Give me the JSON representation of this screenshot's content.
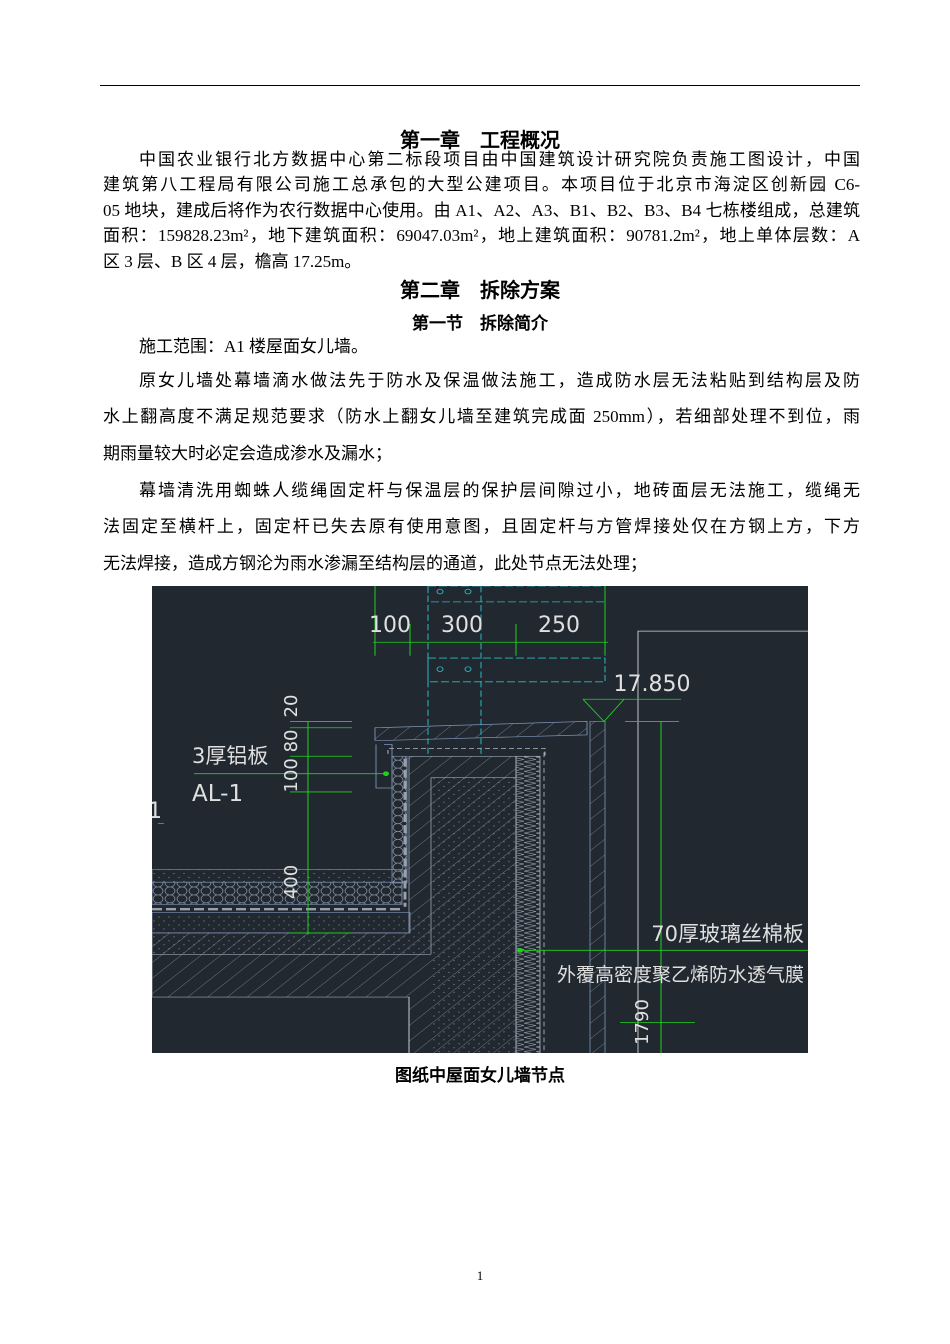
{
  "chapter1": {
    "title": "第一章　工程概况",
    "lines": [
      "中国农业银行北方数据中心第二标段项目由中国建筑设计研究院负责施工图设计，中国",
      "建筑第八工程局有限公司施工总承包的大型公建项目。本项目位于北京市海淀区创新园 C6-",
      "05 地块，建成后将作为农行数据中心使用。由 A1、A2、A3、B1、B2、B3、B4 七栋楼组成，总建筑",
      "面积：159828.23m²，地下建筑面积：69047.03m²，地上建筑面积：90781.2m²，地上单体层数：A",
      "区 3 层、B 区 4 层，檐高 17.25m。"
    ]
  },
  "chapter2": {
    "title": "第二章　拆除方案",
    "section1": {
      "title": "第一节　拆除简介",
      "scope": "施工范围：A1 楼屋面女儿墙。",
      "para1": [
        "原女儿墙处幕墙滴水做法先于防水及保温做法施工，造成防水层无法粘贴到结构层及防",
        "水上翻高度不满足规范要求（防水上翻女儿墙至建筑完成面 250mm），若细部处理不到位，雨",
        "期雨量较大时必定会造成渗水及漏水；"
      ],
      "para2": [
        "幕墙清洗用蜘蛛人缆绳固定杆与保温层的保护层间隙过小，地砖面层无法施工，缆绳无",
        "法固定至横杆上，固定杆已失去原有使用意图，且固定杆与方管焊接处仅在方钢上方，下方",
        "无法焊接，造成方钢沦为雨水渗漏至结构层的通道，此处节点无法处理；"
      ]
    }
  },
  "figure": {
    "caption": "图纸中屋面女儿墙节点",
    "labels": {
      "dim_100": "100",
      "dim_300": "300",
      "dim_250": "250",
      "elevation": "17.850",
      "dim_20": "20",
      "dim_100_80": "100 80",
      "dim_400": "400",
      "dim_1790": "1790",
      "aluminum": "3厚铝板",
      "al_code": "AL-1",
      "glass_wool": "70厚玻璃丝棉板",
      "membrane": "外覆高密度聚乙烯防水透气膜",
      "edge_mark": "1"
    },
    "colors": {
      "background": "#212830",
      "dimension": "#1fd11f",
      "steel": "#2ab7c4",
      "outline": "#7d95b8"
    }
  },
  "page_number": "1"
}
